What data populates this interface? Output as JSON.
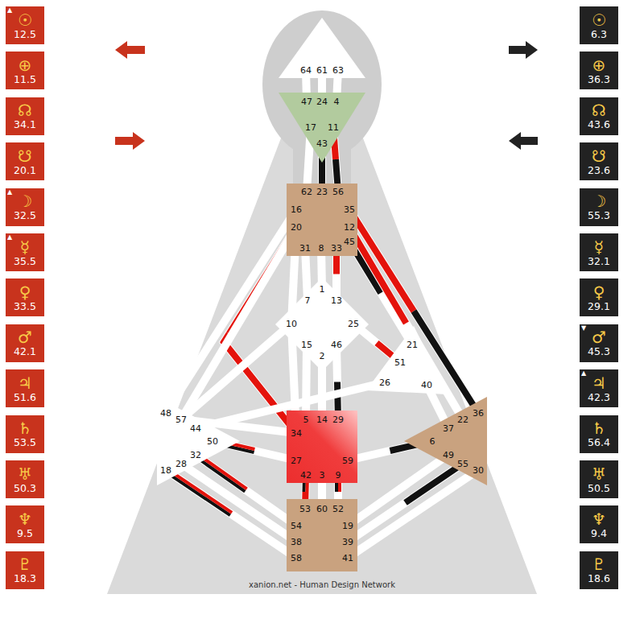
{
  "diagram": {
    "nodes": [
      {
        "text": [
          "▲",
          "☉",
          "12.5"
        ]
      },
      {
        "text": [
          "⊕",
          "11.5"
        ]
      },
      {
        "text": [
          "☊",
          "34.1"
        ]
      },
      {
        "text": [
          "☋",
          "20.1"
        ]
      },
      {
        "text": [
          "▲",
          "☽",
          "32.5"
        ]
      },
      {
        "text": [
          "▲",
          "☿",
          "35.5"
        ]
      },
      {
        "text": [
          "♀",
          "33.5"
        ]
      },
      {
        "text": [
          "♂",
          "42.1"
        ]
      },
      {
        "text": [
          "♃",
          "51.6"
        ]
      },
      {
        "text": [
          "♄",
          "53.5"
        ]
      },
      {
        "text": [
          "♅",
          "50.3"
        ]
      },
      {
        "text": [
          "♆",
          "9.5"
        ]
      },
      {
        "text": [
          "♇",
          "18.3"
        ]
      },
      {
        "text": [
          "64",
          "61",
          "63"
        ]
      },
      {
        "text": [
          "47",
          "24",
          "4",
          "17",
          "11",
          "43"
        ]
      },
      {
        "text": [
          "62",
          "23",
          "56",
          "16",
          "35",
          "20",
          "12",
          "45",
          "31",
          "8",
          "33"
        ]
      },
      {
        "text": [
          "1",
          "7",
          "13",
          "10",
          "25",
          "15",
          "46",
          "2"
        ]
      },
      {
        "text": [
          "21",
          "51",
          "26",
          "40"
        ]
      },
      {
        "text": [
          "48",
          "57",
          "44",
          "50",
          "32",
          "28",
          "18"
        ]
      },
      {
        "text": [
          "5",
          "14",
          "29",
          "34",
          "27",
          "59",
          "42",
          "3",
          "9"
        ]
      },
      {
        "text": [
          "36",
          "22",
          "37",
          "6",
          "49",
          "55",
          "30"
        ]
      },
      {
        "text": [
          "53",
          "60",
          "52",
          "54",
          "19",
          "38",
          "39",
          "58",
          "41"
        ]
      },
      {
        "text": [
          "☉",
          "6.3"
        ]
      },
      {
        "text": [
          "⊕",
          "36.3"
        ]
      },
      {
        "text": [
          "☊",
          "43.6"
        ]
      },
      {
        "text": [
          "☋",
          "23.6"
        ]
      },
      {
        "text": [
          "☽",
          "55.3"
        ]
      },
      {
        "text": [
          "☿",
          "32.1"
        ]
      },
      {
        "text": [
          "♀",
          "29.1"
        ]
      },
      {
        "text": [
          "▼",
          "♂",
          "45.3"
        ]
      },
      {
        "text": [
          "▲",
          "♃",
          "42.3"
        ]
      },
      {
        "text": [
          "♄",
          "56.4"
        ]
      },
      {
        "text": [
          "♅",
          "50.5"
        ]
      },
      {
        "text": [
          "♆",
          "9.4"
        ]
      },
      {
        "text": [
          "♇",
          "18.6"
        ]
      }
    ],
    "edges": [
      {
        "from": 13,
        "to": 14,
        "arrow": "none"
      },
      {
        "from": 13,
        "to": 14,
        "arrow": "none"
      },
      {
        "from": 13,
        "to": 14,
        "arrow": "none"
      },
      {
        "from": 14,
        "to": 15,
        "arrow": "none"
      },
      {
        "from": 14,
        "to": 15,
        "arrow": "none"
      },
      {
        "from": 14,
        "to": 15,
        "arrow": "none"
      },
      {
        "from": 15,
        "to": 16,
        "arrow": "none"
      },
      {
        "from": 15,
        "to": 16,
        "arrow": "none"
      },
      {
        "from": 15,
        "to": 16,
        "arrow": "none"
      },
      {
        "from": 15,
        "to": 16,
        "arrow": "none"
      },
      {
        "from": 15,
        "to": 17,
        "arrow": "none"
      },
      {
        "from": 15,
        "to": 19,
        "arrow": "none"
      },
      {
        "from": 15,
        "to": 18,
        "arrow": "none"
      },
      {
        "from": 15,
        "to": 18,
        "arrow": "none"
      },
      {
        "from": 15,
        "to": 20,
        "arrow": "none"
      },
      {
        "from": 15,
        "to": 20,
        "arrow": "none"
      },
      {
        "from": 16,
        "to": 19,
        "arrow": "none"
      },
      {
        "from": 16,
        "to": 19,
        "arrow": "none"
      },
      {
        "from": 16,
        "to": 19,
        "arrow": "none"
      },
      {
        "from": 16,
        "to": 19,
        "arrow": "none"
      },
      {
        "from": 16,
        "to": 17,
        "arrow": "none"
      },
      {
        "from": 16,
        "to": 18,
        "arrow": "none"
      },
      {
        "from": 17,
        "to": 18,
        "arrow": "none"
      },
      {
        "from": 17,
        "to": 20,
        "arrow": "none"
      },
      {
        "from": 18,
        "to": 19,
        "arrow": "none"
      },
      {
        "from": 18,
        "to": 19,
        "arrow": "none"
      },
      {
        "from": 19,
        "to": 20,
        "arrow": "none"
      },
      {
        "from": 18,
        "to": 21,
        "arrow": "none"
      },
      {
        "from": 18,
        "to": 21,
        "arrow": "none"
      },
      {
        "from": 18,
        "to": 21,
        "arrow": "none"
      },
      {
        "from": 19,
        "to": 21,
        "arrow": "none"
      },
      {
        "from": 19,
        "to": 21,
        "arrow": "none"
      },
      {
        "from": 19,
        "to": 21,
        "arrow": "none"
      },
      {
        "from": 20,
        "to": 21,
        "arrow": "none"
      },
      {
        "from": 20,
        "to": 21,
        "arrow": "none"
      },
      {
        "from": 20,
        "to": 21,
        "arrow": "none"
      }
    ],
    "labels": [
      "xanion.net - Human Design Network"
    ]
  }
}
